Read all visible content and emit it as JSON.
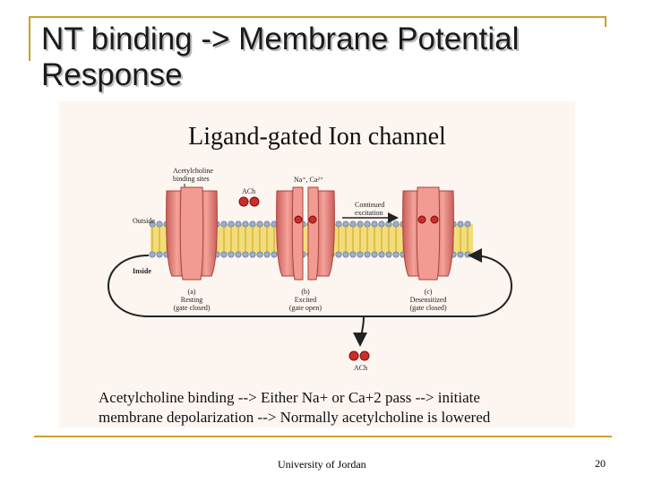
{
  "slide": {
    "title": "NT binding -> Membrane Potential Response",
    "footer": "University of Jordan",
    "page_number": "20"
  },
  "figure": {
    "heading": "Ligand-gated Ion channel",
    "labels": {
      "binding_sites_line1": "Acetylcholine",
      "binding_sites_line2": "binding sites",
      "ach_top": "ACh",
      "ions": "Na⁺, Ca²⁺",
      "continued_line1": "Continued",
      "continued_line2": "excitation",
      "outside": "Outside",
      "inside": "Inside",
      "ach_bottom": "ACh"
    },
    "states": [
      {
        "letter": "(a)",
        "name": "Resting",
        "gate": "(gate closed)"
      },
      {
        "letter": "(b)",
        "name": "Excited",
        "gate": "(gate open)"
      },
      {
        "letter": "(c)",
        "name": "Desensitized",
        "gate": "(gate closed)"
      }
    ],
    "caption_line1": "Acetylcholine binding --> Either Na+ or Ca+2 pass --> initiate",
    "caption_line2": "membrane depolarization --> Normally acetylcholine is lowered"
  },
  "colors": {
    "accent": "#c9a227",
    "channel": "#e8837a",
    "lipid_head": "#9aaed0",
    "lipid_tail": "#e6c84a",
    "ach": "#cc2c2c"
  }
}
